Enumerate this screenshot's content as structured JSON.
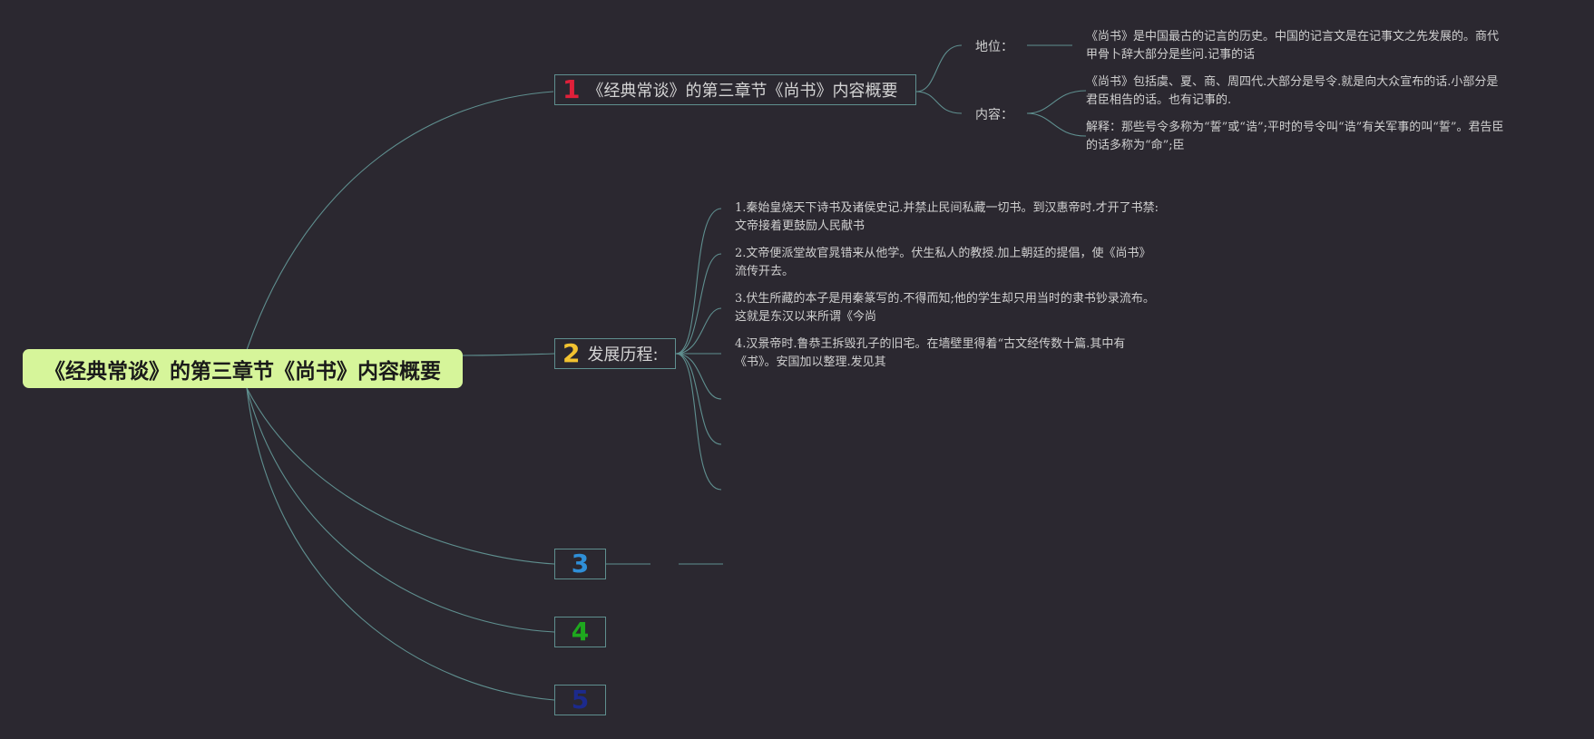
{
  "colors": {
    "background": "#2b2830",
    "root_fill": "#d6f59a",
    "connector": "#5f8f8f",
    "num1": "#e0203a",
    "num2": "#f2c230",
    "num3": "#2f8fd8",
    "num4": "#1ea81e",
    "num5": "#1c2a8c"
  },
  "root": {
    "label": "《经典常谈》的第三章节《尚书》内容概要"
  },
  "branches": [
    {
      "number": "1",
      "label": "《经典常谈》的第三章节《尚书》内容概要"
    },
    {
      "number": "2",
      "label": "发展历程:"
    },
    {
      "number": "3",
      "label": ""
    },
    {
      "number": "4",
      "label": ""
    },
    {
      "number": "5",
      "label": ""
    }
  ],
  "branch1": {
    "status_label": "地位：",
    "status_text_1": "《尚书》是中国最古的记言的历史。中国的记言文是在记事文之先发展的。商代",
    "status_text_2": "甲骨卜辞大部分是些问.记事的话",
    "content_label": "内容：",
    "content_text_1": "《尚书》包括虞、夏、商、周四代.大部分是号令.就是向大众宣布的话.小部分是",
    "content_text_2": "君臣相告的话。也有记事的.",
    "explain_text_1": "解释：那些号令多称为“誓”或“诰”;平时的号令叫“诰”有关军事的叫“誓”。君告臣",
    "explain_text_2": "的话多称为“命”;臣"
  },
  "branch2": {
    "items": [
      {
        "line1": "1.秦始皇烧天下诗书及诸侯史记.并禁止民间私藏一切书。到汉惠帝时.才开了书禁:",
        "line2": "文帝接着更鼓励人民献书"
      },
      {
        "line1": "2.文帝便派堂故官晁错来从他学。伏生私人的教授.加上朝廷的提倡，使《尚书》",
        "line2": "流传开去。"
      },
      {
        "line1": "3.伏生所藏的本子是用秦篆写的.不得而知;他的学生却只用当时的隶书钞录流布。",
        "line2": "这就是东汉以来所谓《今尚"
      },
      {
        "line1": "4.汉景帝时.鲁恭王拆毁孔子的旧宅。在墙壁里得着“古文经传数十篇.其中有",
        "line2": "《书》。安国加以整理.发见其"
      }
    ]
  }
}
